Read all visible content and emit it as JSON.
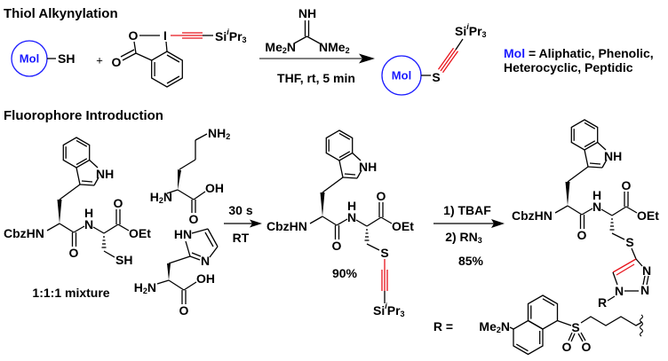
{
  "top": {
    "title": "Thiol Alkynylation",
    "mol": "Mol",
    "sh": "SH",
    "plus": "+",
    "benz_o_ring": "O",
    "benz_i": "I",
    "benz_o_carbonyl": "O",
    "tips": {
      "si": "Si",
      "i": "i",
      "pr": "Pr",
      "sub": "3"
    },
    "reagent": {
      "nh": "NH",
      "left_me": "Me",
      "left_sub": "2",
      "left_n": "N",
      "right": "NMe",
      "right_sub": "2"
    },
    "conditions": "THF, rt, 5 min",
    "product_mol": "Mol",
    "product_s": "S",
    "scope_mol": "Mol",
    "scope_line1": " = Aliphatic, Phenolic,",
    "scope_line2": "Heterocyclic, Peptidic",
    "colors": {
      "mol": "#1a1aff",
      "alkyne": "#e8141c"
    }
  },
  "bottom": {
    "title": "Fluorophore Introduction",
    "dipeptide": {
      "cbzhn": "CbzHN",
      "nh": "NH",
      "n": "N",
      "h": "H",
      "o": "O",
      "oet": "OEt",
      "sh": "SH",
      "s": "S"
    },
    "mixture": "1:1:1 mixture",
    "ornithine": {
      "nh": "NH",
      "sub": "2",
      "h": "H",
      "n": "N",
      "oh": "OH",
      "o": "O"
    },
    "histidine": {
      "hn": "HN",
      "n": "N",
      "h": "H",
      "sub": "2",
      "oh": "OH",
      "o": "O"
    },
    "step1": {
      "top": "30 s",
      "bottom": "RT"
    },
    "yield1": "90%",
    "step2": {
      "line1": "1) TBAF",
      "line2": "2) RN",
      "line2_sub": "3"
    },
    "yield2": "85%",
    "triazole": {
      "n": "N",
      "r": "R"
    },
    "r_def": {
      "label": "R =",
      "me": "Me",
      "sub": "2",
      "n": "N",
      "s": "S",
      "o": "O"
    }
  }
}
